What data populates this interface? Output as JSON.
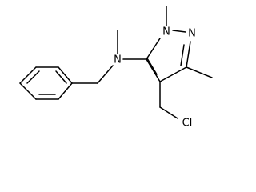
{
  "molecule": {
    "atoms": {
      "n_amine": "N",
      "n_ring_methylated": "N",
      "n_ring_imine": "N",
      "chlorine": "Cl"
    }
  }
}
